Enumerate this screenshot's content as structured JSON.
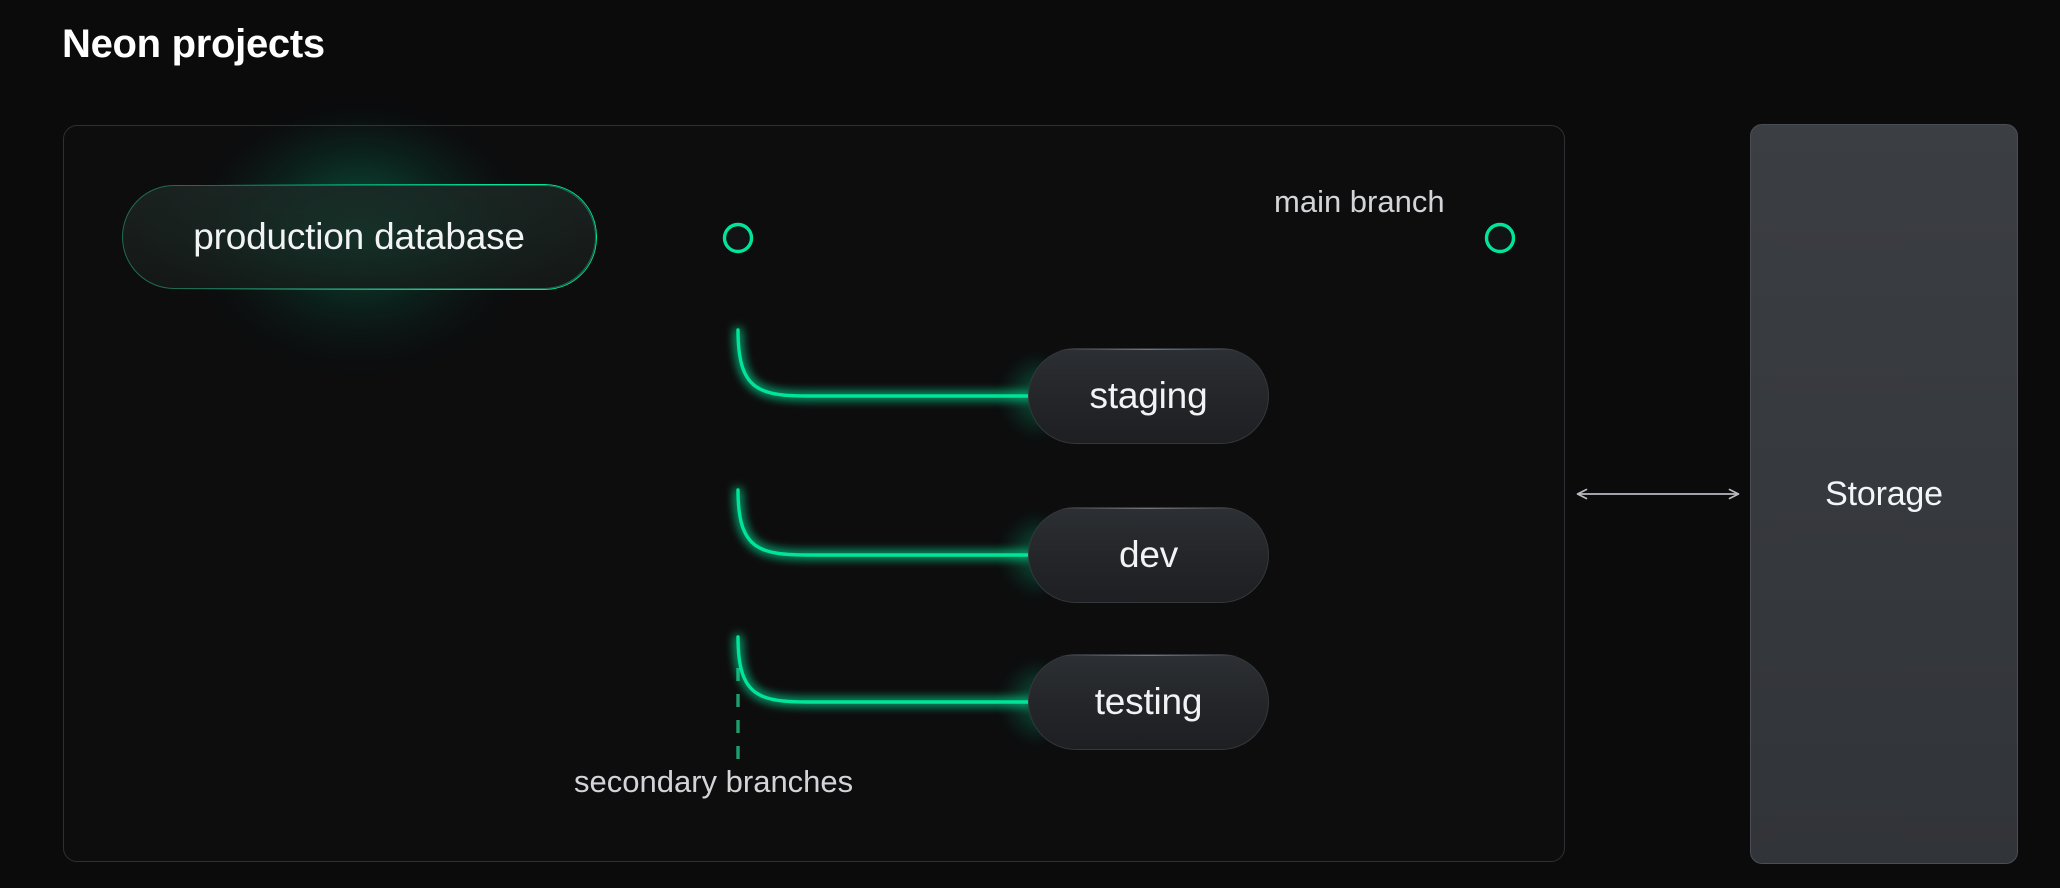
{
  "page": {
    "title": "Neon projects",
    "background_color": "#0b0b0c"
  },
  "colors": {
    "accent_green": "#00E599",
    "dim_green": "#1a9c6a",
    "panel_border": "#2e3035",
    "node_fill": "#26292d",
    "storage_fill": "#3a3d42",
    "text_primary": "#f2f3f4",
    "text_secondary": "#d2d4d7"
  },
  "project_panel": {
    "name": "neon-project-panel",
    "primary_node": {
      "label": "production database",
      "kind": "primary-branch",
      "glow": true
    },
    "main_branch": {
      "label": "main branch",
      "endpoint_marker": "circle-outline",
      "junction_marker": "circle-outline"
    },
    "secondary": {
      "label": "secondary branches",
      "nodes": [
        {
          "label": "staging"
        },
        {
          "label": "dev"
        },
        {
          "label": "testing"
        }
      ]
    }
  },
  "storage": {
    "label": "Storage",
    "connector": {
      "name": "bidirectional-arrow",
      "direction": "both"
    }
  }
}
